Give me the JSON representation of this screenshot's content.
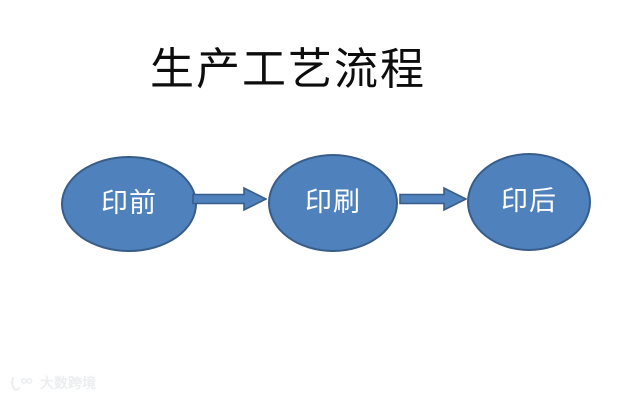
{
  "slide": {
    "title": "生产工艺流程",
    "background_color": "#ffffff",
    "title_color": "#0d0d0d"
  },
  "theme": {
    "node_fill": "#4f81bd",
    "node_stroke": "#385d8a",
    "node_text_color": "#ffffff",
    "arrow_fill": "#4f81bd",
    "arrow_stroke": "#385d8a",
    "watermark_color": "#eceef0"
  },
  "diagram": {
    "type": "flow",
    "orientation": "horizontal",
    "nodes": [
      {
        "id": "pre-press",
        "label": "印前",
        "shape": "ellipse"
      },
      {
        "id": "printing",
        "label": "印刷",
        "shape": "ellipse"
      },
      {
        "id": "post-press",
        "label": "印后",
        "shape": "ellipse"
      }
    ],
    "connectors": [
      {
        "id": "arrow-1",
        "from": "pre-press",
        "to": "printing",
        "shape": "block-arrow",
        "direction": "right"
      },
      {
        "id": "arrow-2",
        "from": "printing",
        "to": "post-press",
        "shape": "block-arrow",
        "direction": "right"
      }
    ]
  },
  "watermark": {
    "text": "大数跨境",
    "icon": "brand-logo-icon"
  }
}
